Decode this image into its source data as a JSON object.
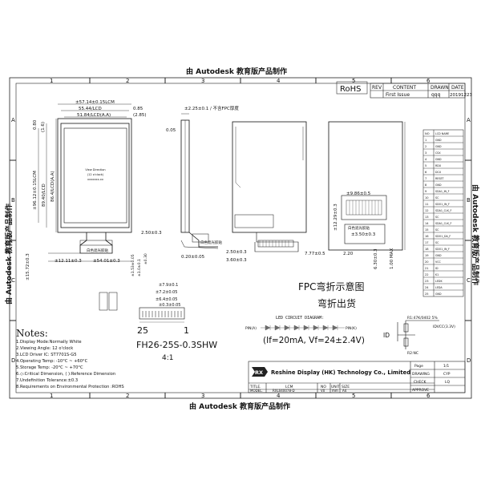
{
  "watermark": "由 Autodesk 教育版产品制作",
  "frame": {
    "columns": [
      "1",
      "2",
      "3",
      "4",
      "5",
      "6"
    ],
    "rows": [
      "A",
      "B",
      "C",
      "D"
    ]
  },
  "rohs": "RoHS",
  "revision": {
    "headers": [
      "REV",
      "CONTENT",
      "DRAWN",
      "DATE"
    ],
    "rows": [
      {
        "rev": "",
        "content": "First Issue",
        "drawn": "qqq",
        "date": "20191223"
      }
    ]
  },
  "front": {
    "dims": {
      "outline_w": "±57.14±0.15LCM",
      "lcd_w": "55.44/LCD",
      "aa_w": "51.84/LCD(A.A)",
      "r1": "0.85",
      "r2": "(2.85)",
      "h_total": "±96.12±0.15LCM",
      "h_lcd": "89.40/LCD",
      "h_aa": "86.4/LCD(A.A)",
      "t1": "0.80",
      "t2": "(1.6)",
      "b_left": "±12.11±0.3",
      "b_w": "±54.01±0.3",
      "b_h": "2.50±0.3",
      "side": "±15.72±0.3"
    },
    "label_lines": [
      "View Direction",
      "(12 o'clock)",
      "xxxxxxx-xx"
    ],
    "fpc_note": "白色遮光胶贴"
  },
  "side": {
    "dims": {
      "thick": "±2.25±0.1 / 不含FPC厚度",
      "d1": "0.05",
      "d2": "0.20±0.05",
      "d3": "2.50±0.3",
      "d4": "3.60±0.3",
      "note": "白色遮光胶贴"
    }
  },
  "back": {
    "dims": {
      "a": "±9.86±0.5",
      "b": "±12.29±0.3",
      "c": "±3.50±0.3",
      "d": "7.77±0.5",
      "e": "2.20",
      "f": "6.30±0.3",
      "g": "1.00 MAX"
    },
    "note": "白色遮光胶贴",
    "fold_title": "FPC弯折示意图",
    "fold_sub": "弯折出货"
  },
  "connector": {
    "dims": [
      "±7.9±0.1",
      "±7.2±0.05",
      "±6.4±0.05",
      "±0.3±0.05"
    ],
    "left_dims": [
      "±0.30",
      "±1.0±0.1",
      "±1.53±0.05"
    ],
    "pin1": "1",
    "pin25": "25",
    "part": "FH26-25S-0.3SHW",
    "scale": "4:1"
  },
  "pins": {
    "headers": [
      "NO",
      "LCD NAME"
    ],
    "rows": [
      [
        "1",
        "GND"
      ],
      [
        "2",
        "GND"
      ],
      [
        "3",
        "CSX"
      ],
      [
        "4",
        "GND"
      ],
      [
        "5",
        "RDX"
      ],
      [
        "6",
        "DCX"
      ],
      [
        "7",
        "RESET"
      ],
      [
        "8",
        "GND"
      ],
      [
        "9",
        "SDA1_IN_F"
      ],
      [
        "10",
        "SC"
      ],
      [
        "11",
        "SDO1_IN_F"
      ],
      [
        "12",
        "SDA1_CLK_F"
      ],
      [
        "13",
        "SC"
      ],
      [
        "14",
        "SDA1_CLK_F"
      ],
      [
        "15",
        "SC"
      ],
      [
        "16",
        "SDO1_DA_F"
      ],
      [
        "17",
        "SC"
      ],
      [
        "18",
        "SDO1_IN_F"
      ],
      [
        "19",
        "GND"
      ],
      [
        "20",
        "VCC"
      ],
      [
        "21",
        "ID"
      ],
      [
        "22",
        "K1"
      ],
      [
        "23",
        "LEDK"
      ],
      [
        "24",
        "LEDA"
      ],
      [
        "25",
        "GND"
      ]
    ]
  },
  "notes": {
    "title": "Notes:",
    "items": [
      "1.Display Mode:Normally White",
      "2.Viewing Angle: 12 o'clock",
      "3.LCD Driver IC: ST7701S-G5",
      "4.Operating Temp: -10°C ~ +60°C",
      "5.Storage Temp: -20°C ~ +70°C",
      "6.◇:Critical Dimension, ( ):Reference Dimension",
      "7.Undefinition Tolerance:±0.3",
      "8.Requirements on Environmental Protection :ROHS"
    ]
  },
  "circuit": {
    "title": "LED CIRCUIT DIAGRAM:",
    "pin_a": "PIN(A)",
    "pin_k": "PIN(K)",
    "spec": "(If=20mA, Vf=24±2.4V)",
    "r_label": "R1:47K/0402 5%",
    "idvcc": "IDVCC(3.3V)",
    "id": "ID",
    "r2": "R2:NC"
  },
  "titleblock": {
    "logo": "RX",
    "company": "Reshine Display (HK) Technology Co., Limited",
    "page_label": "Page",
    "page_value": "1/1",
    "drawing_label": "DRAWING",
    "drawing_value": "CYP",
    "check_label": "CHECK",
    "check_value": "LQ",
    "approve_label": "APPROVE",
    "approve_value": "",
    "title_label": "TITLE.",
    "title_value": "LCM",
    "model_label": "MODEL.",
    "model_value": "RXL040078-D",
    "headers": [
      "NO",
      "UNIT",
      "SIZE"
    ],
    "values": [
      "V0",
      "mm",
      "A4"
    ]
  },
  "colors": {
    "ink": "#111111",
    "led": "#6b6b6b",
    "frame": "#222222"
  }
}
